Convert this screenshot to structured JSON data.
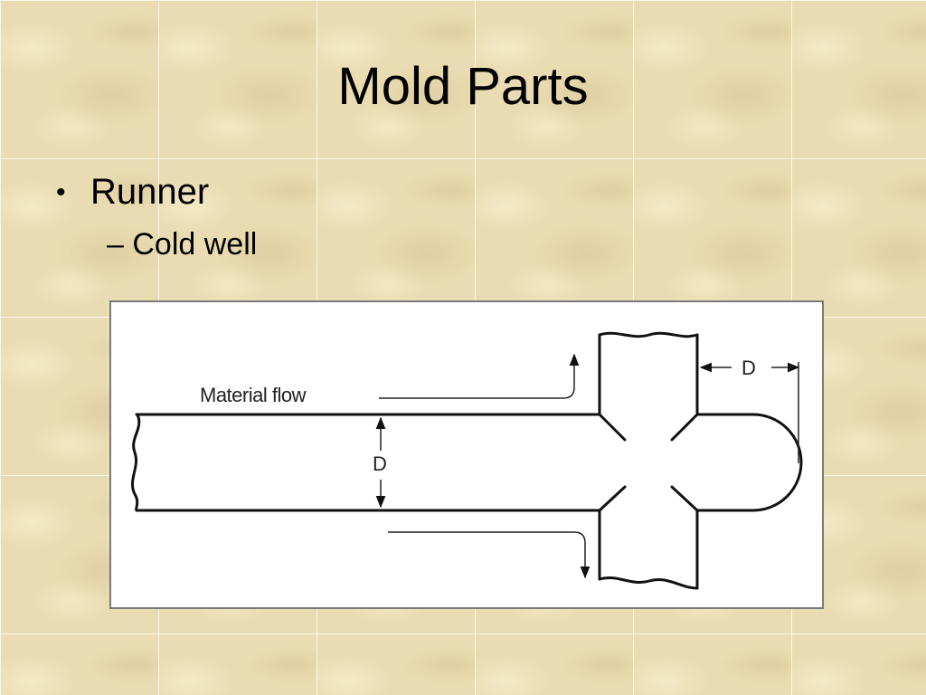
{
  "slide": {
    "title": "Mold Parts",
    "bullets": [
      {
        "marker": "•",
        "text": "Runner"
      },
      {
        "marker": "–",
        "text": "Cold well"
      }
    ]
  },
  "diagram": {
    "flow_label": "Material flow",
    "dimension_runner": "D",
    "dimension_well": "D"
  }
}
